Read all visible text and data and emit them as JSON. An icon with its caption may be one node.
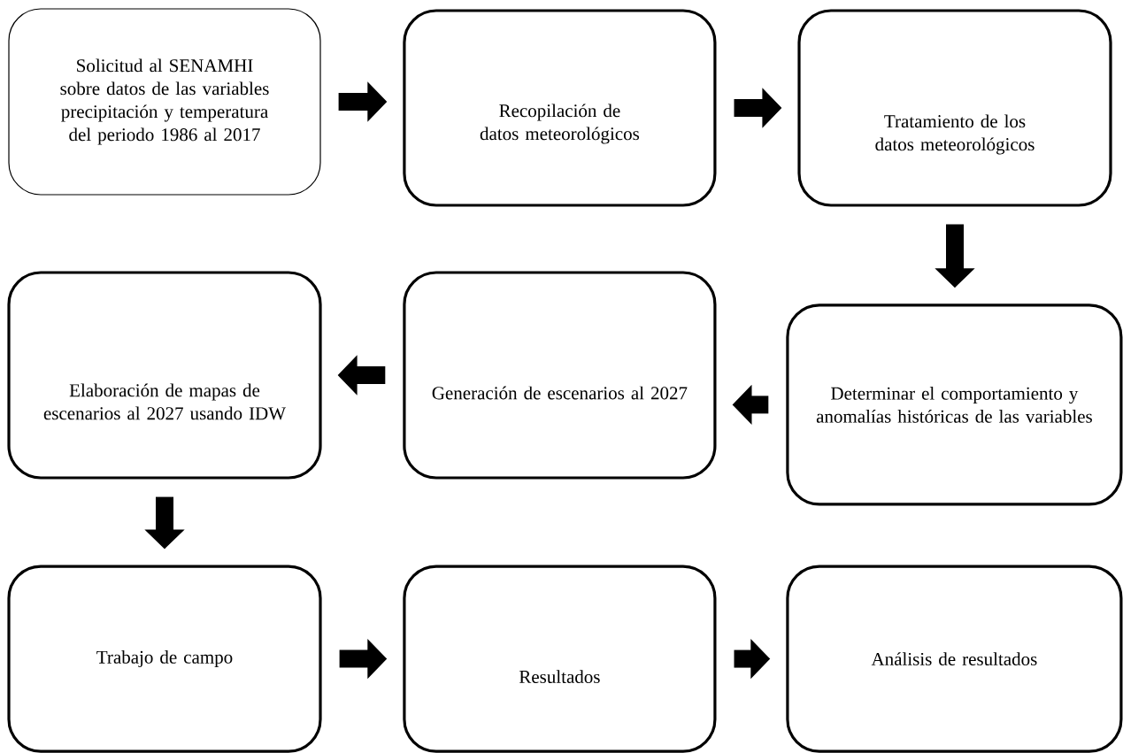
{
  "diagram": {
    "nodes": [
      {
        "text": [
          "Solicitud al SENAMHI sobre datos de las variables precipitación y temperatura del periodo 1986 al 2017"
        ]
      },
      {
        "text": [
          "Recopilación de datos meteorológicos"
        ]
      },
      {
        "text": [
          "Tratamiento de los datos meteorológicos"
        ]
      },
      {
        "text": [
          "Determinar el comportamiento y anomalías históricas de las variables"
        ]
      },
      {
        "text": [
          "Generación de escenarios al 2027"
        ]
      },
      {
        "text": [
          "Elaboración de mapas de escenarios al 2027 usando IDW"
        ]
      },
      {
        "text": [
          "Trabajo de campo"
        ]
      },
      {
        "text": [
          "Resultados"
        ]
      },
      {
        "text": [
          "Análisis de resultados"
        ]
      }
    ],
    "edges": [
      {
        "from": 0,
        "to": 1,
        "arrow": "to"
      },
      {
        "from": 1,
        "to": 2,
        "arrow": "to"
      },
      {
        "from": 2,
        "to": 3,
        "arrow": "to"
      },
      {
        "from": 3,
        "to": 4,
        "arrow": "to"
      },
      {
        "from": 4,
        "to": 5,
        "arrow": "to"
      },
      {
        "from": 5,
        "to": 6,
        "arrow": "to"
      },
      {
        "from": 6,
        "to": 7,
        "arrow": "to"
      },
      {
        "from": 7,
        "to": 8,
        "arrow": "to"
      }
    ]
  }
}
